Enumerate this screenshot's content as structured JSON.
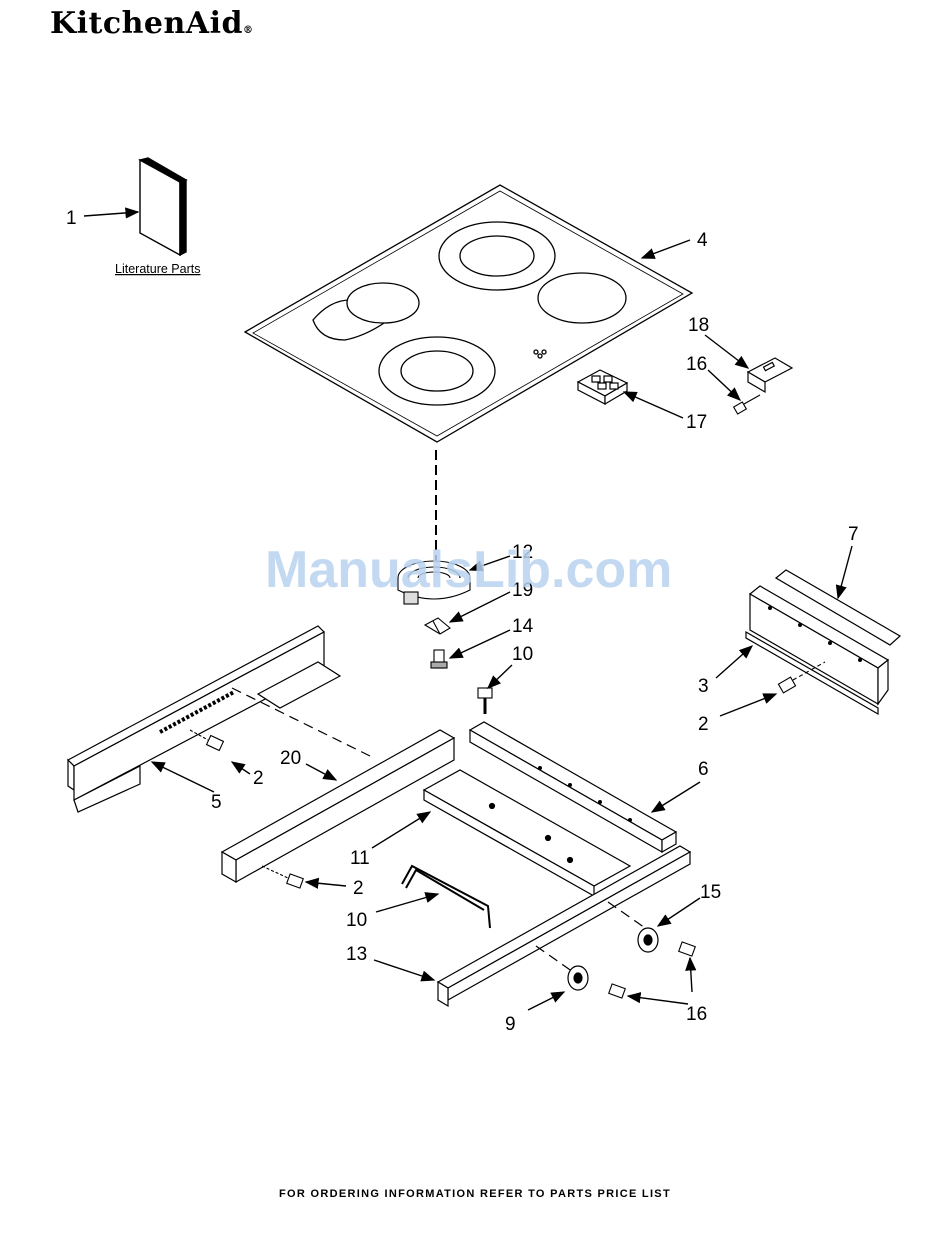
{
  "brand": {
    "name": "KitchenAid",
    "reg": "®"
  },
  "literature_label": "Literature Parts",
  "watermark": "ManualsLib.com",
  "footer": "FOR ORDERING INFORMATION REFER TO PARTS PRICE LIST",
  "callouts": {
    "c1": "1",
    "c4": "4",
    "c18": "18",
    "c16a": "16",
    "c17": "17",
    "c12": "12",
    "c19": "19",
    "c14": "14",
    "c10a": "10",
    "c7": "7",
    "c3": "3",
    "c2a": "2",
    "c20": "20",
    "c2b": "2",
    "c5": "5",
    "c6": "6",
    "c11": "11",
    "c2c": "2",
    "c10b": "10",
    "c15": "15",
    "c13": "13",
    "c16b": "16",
    "c9": "9"
  }
}
